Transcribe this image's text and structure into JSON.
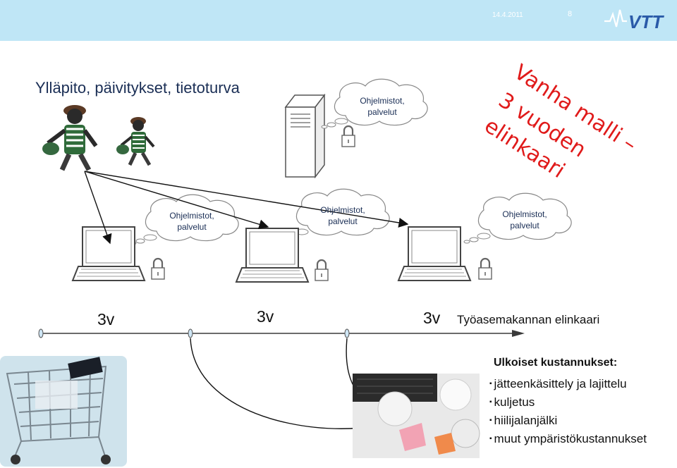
{
  "header": {
    "date": "14.4.2011",
    "page_number": "8",
    "logo_text": "VTT",
    "bar_color": "#bfe6f6"
  },
  "slide": {
    "title": "Ylläpito, päivitykset, tietoturva"
  },
  "stamp": {
    "lines": [
      "Vanha malli –",
      "3 vuoden",
      "elinkaari"
    ],
    "color": "#e01a1a"
  },
  "clouds": [
    {
      "label": "Ohjelmistot, palvelut",
      "device": "server"
    },
    {
      "label": "Ohjelmistot, palvelut",
      "device": "laptop-1"
    },
    {
      "label": "Ohjelmistot, palvelut",
      "device": "laptop-2"
    },
    {
      "label": "Ohjelmistot, palvelut",
      "device": "laptop-3"
    }
  ],
  "timeline": {
    "periods": [
      "3v",
      "3v",
      "3v"
    ],
    "caption": "Työasemakannan elinkaari"
  },
  "costs": {
    "heading": "Ulkoiset kustannukset:",
    "items": [
      "jätteenkäsittely ja lajittelu",
      "kuljetus",
      "hiilijalanjälki",
      "muut ympäristökustannukset"
    ]
  },
  "icons": [
    "burglar-icon",
    "server-icon",
    "laptop-icon",
    "padlock-icon",
    "cloud-icon",
    "shopping-cart-photo",
    "crumpled-paper-photo"
  ]
}
